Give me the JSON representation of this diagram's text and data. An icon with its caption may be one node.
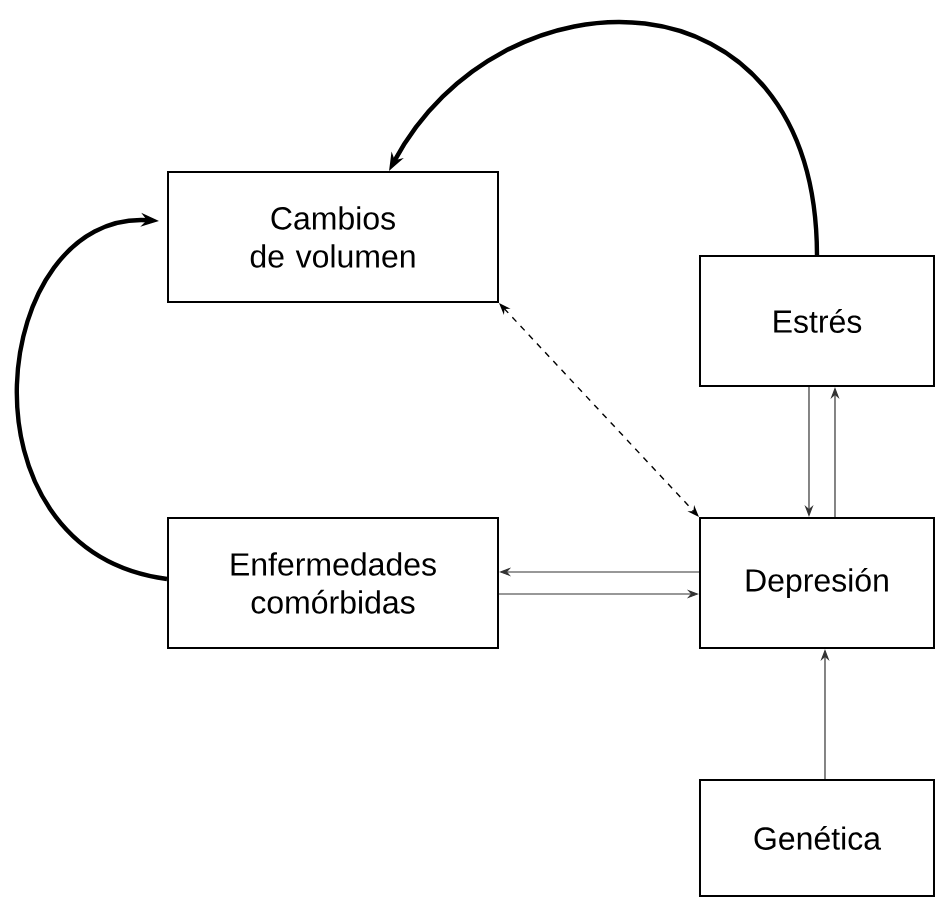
{
  "diagram": {
    "nodes": [
      {
        "text": [
          "Cambios de volumen"
        ]
      },
      {
        "text": [
          "Estrés"
        ]
      },
      {
        "text": [
          "Depresión"
        ]
      },
      {
        "text": [
          "Enfermedades comórbidas"
        ]
      },
      {
        "text": [
          "Genética"
        ]
      }
    ],
    "edges": [
      {
        "from": 1,
        "to": 0,
        "arrow": "to",
        "style": "thick"
      },
      {
        "from": 3,
        "to": 0,
        "arrow": "to",
        "style": "thick"
      },
      {
        "from": 0,
        "to": 2,
        "arrow": "both",
        "style": "dashed"
      },
      {
        "from": 1,
        "to": 2,
        "arrow": "to"
      },
      {
        "from": 2,
        "to": 1,
        "arrow": "to"
      },
      {
        "from": 2,
        "to": 3,
        "arrow": "to"
      },
      {
        "from": 3,
        "to": 2,
        "arrow": "to"
      },
      {
        "from": 4,
        "to": 2,
        "arrow": "to"
      }
    ]
  }
}
